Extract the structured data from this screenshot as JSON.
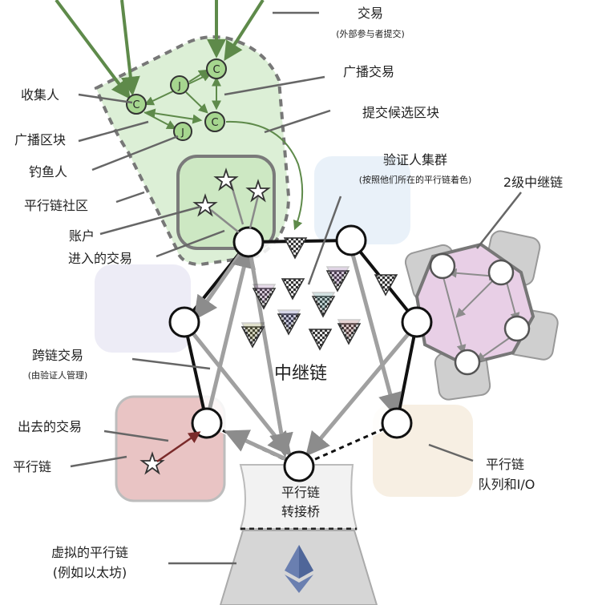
{
  "labels": {
    "transactions": "交易",
    "transactions_sub": "(外部参与者提交)",
    "broadcast_tx": "广播交易",
    "submit_candidate": "提交候选区块",
    "collator": "收集人",
    "broadcast_block": "广播区块",
    "fisherman": "钓鱼人",
    "parachain_community": "平行链社区",
    "account": "账户",
    "inbound_tx": "进入的交易",
    "validator_group": "验证人集群",
    "validator_group_sub": "(按照他们所在的平行链着色)",
    "second_relay": "2级中继链",
    "cross_chain_tx": "跨链交易",
    "cross_chain_sub": "(由验证人管理)",
    "outgoing_tx": "出去的交易",
    "parachain": "平行链",
    "relay_chain": "中继链",
    "parachain_queue_1": "平行链",
    "parachain_queue_2": "队列和I/O",
    "bridge_1": "平行链",
    "bridge_2": "转接桥",
    "virtual_parachain_1": "虚拟的平行链",
    "virtual_parachain_2": "(例如以太坊)"
  },
  "node_letters": {
    "collator": "C",
    "fisherman": "J"
  },
  "colors": {
    "community_fill": "#dcefd6",
    "community_stroke": "#6f6f6f",
    "arrow_green": "#5e8a4a",
    "arrow_gray": "#9a9a9a",
    "relay_stroke": "#111111",
    "outgoing_fill": "#e9c4c4",
    "second_relay_fill": "#e8cfe6",
    "queue_fill": "#f6ede0",
    "blue_ghost": "#e4eef7",
    "violet_ghost": "#e9e7f4",
    "bridge_fill": "#d6d6d6",
    "eth_color": "#6a7fb0"
  }
}
